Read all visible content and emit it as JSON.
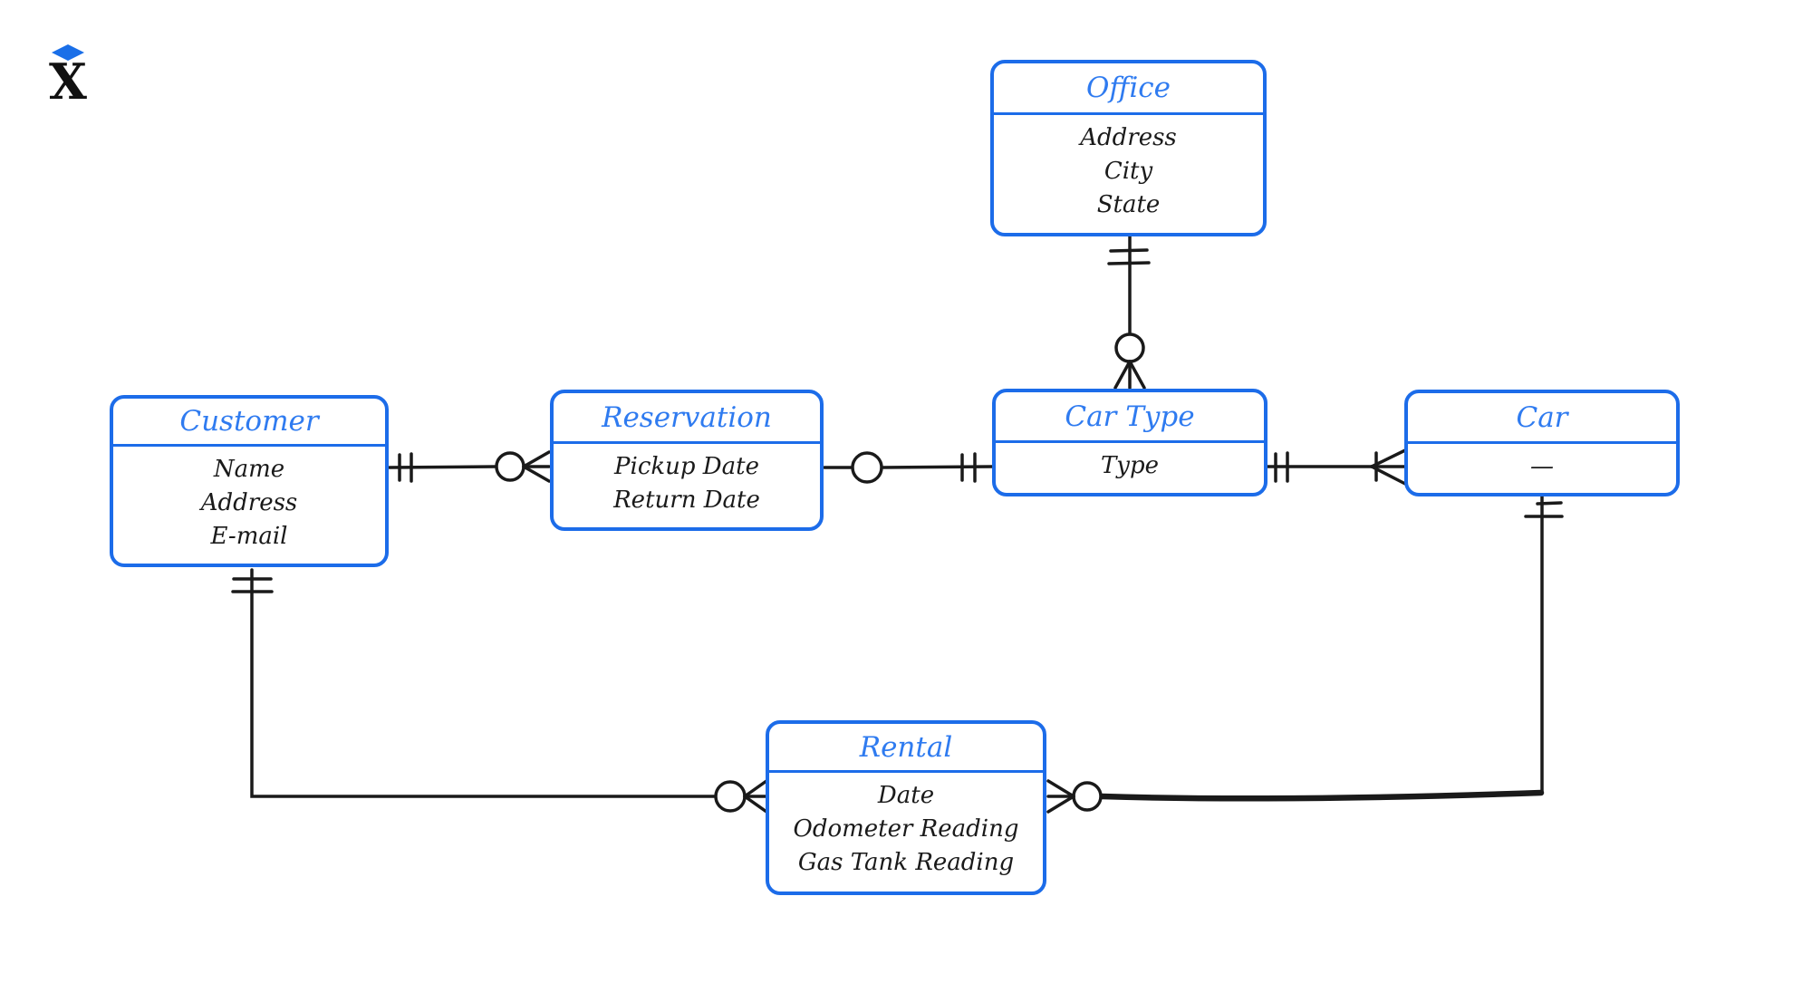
{
  "logo": {
    "letter": "X",
    "diamond_color": "#1a6fe8"
  },
  "diagram": {
    "type": "entity-relationship-diagram",
    "notation": "crows-foot",
    "colors": {
      "entity_border": "#1c6ce9",
      "entity_title": "#2f7bf0",
      "attribute_text": "#1a1a1a",
      "connector_line": "#1a1a1a",
      "background": "#ffffff"
    },
    "entities": [
      {
        "id": "office",
        "title": "Office",
        "attributes": [
          "Address",
          "City",
          "State"
        ]
      },
      {
        "id": "customer",
        "title": "Customer",
        "attributes": [
          "Name",
          "Address",
          "E-mail"
        ]
      },
      {
        "id": "reservation",
        "title": "Reservation",
        "attributes": [
          "Pickup Date",
          "Return Date"
        ]
      },
      {
        "id": "car_type",
        "title": "Car Type",
        "attributes": [
          "Type"
        ]
      },
      {
        "id": "car",
        "title": "Car",
        "attributes": [
          "—"
        ]
      },
      {
        "id": "rental",
        "title": "Rental",
        "attributes": [
          "Date",
          "Odometer Reading",
          "Gas Tank Reading"
        ]
      }
    ],
    "relationships": [
      {
        "from": "Office",
        "to": "Car Type",
        "from_cardinality": "one-and-only-one",
        "to_cardinality": "zero-or-many",
        "line_style": "normal"
      },
      {
        "from": "Customer",
        "to": "Reservation",
        "from_cardinality": "one-and-only-one",
        "to_cardinality": "zero-or-many",
        "line_style": "normal"
      },
      {
        "from": "Reservation",
        "to": "Car Type",
        "from_cardinality": "zero-or-one",
        "to_cardinality": "one-and-only-one",
        "line_style": "normal"
      },
      {
        "from": "Car Type",
        "to": "Car",
        "from_cardinality": "one-and-only-one",
        "to_cardinality": "one-or-many",
        "line_style": "normal"
      },
      {
        "from": "Customer",
        "to": "Rental",
        "from_cardinality": "one-and-only-one",
        "to_cardinality": "zero-or-many",
        "line_style": "normal"
      },
      {
        "from": "Car",
        "to": "Rental",
        "from_cardinality": "one-and-only-one",
        "to_cardinality": "zero-or-many",
        "line_style": "thick-horizontal-segment"
      }
    ]
  }
}
